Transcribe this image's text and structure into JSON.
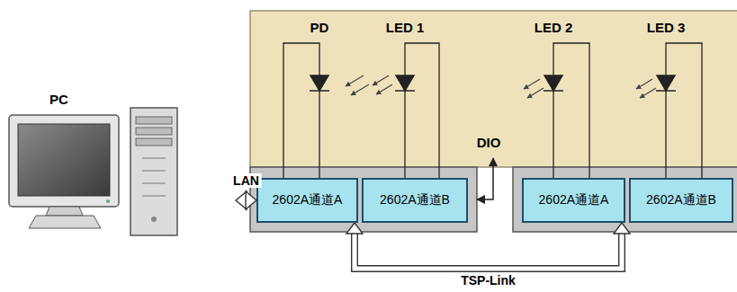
{
  "diagram": {
    "nodes": [
      {
        "text": [
          "PC"
        ]
      },
      {
        "text": [
          "2602A通道A"
        ]
      },
      {
        "text": [
          "2602A通道B"
        ]
      },
      {
        "text": [
          "2602A通道A"
        ]
      },
      {
        "text": [
          "2602A通道B"
        ]
      }
    ],
    "edges": [
      {
        "from": 0,
        "to": 1,
        "label": "LAN",
        "arrow": "both"
      },
      {
        "from": 1,
        "to": 3,
        "label": "TSP-Link",
        "arrow": "both"
      }
    ],
    "labels": [
      "PD",
      "LED 1",
      "LED 2",
      "LED 3",
      "DIO"
    ]
  }
}
